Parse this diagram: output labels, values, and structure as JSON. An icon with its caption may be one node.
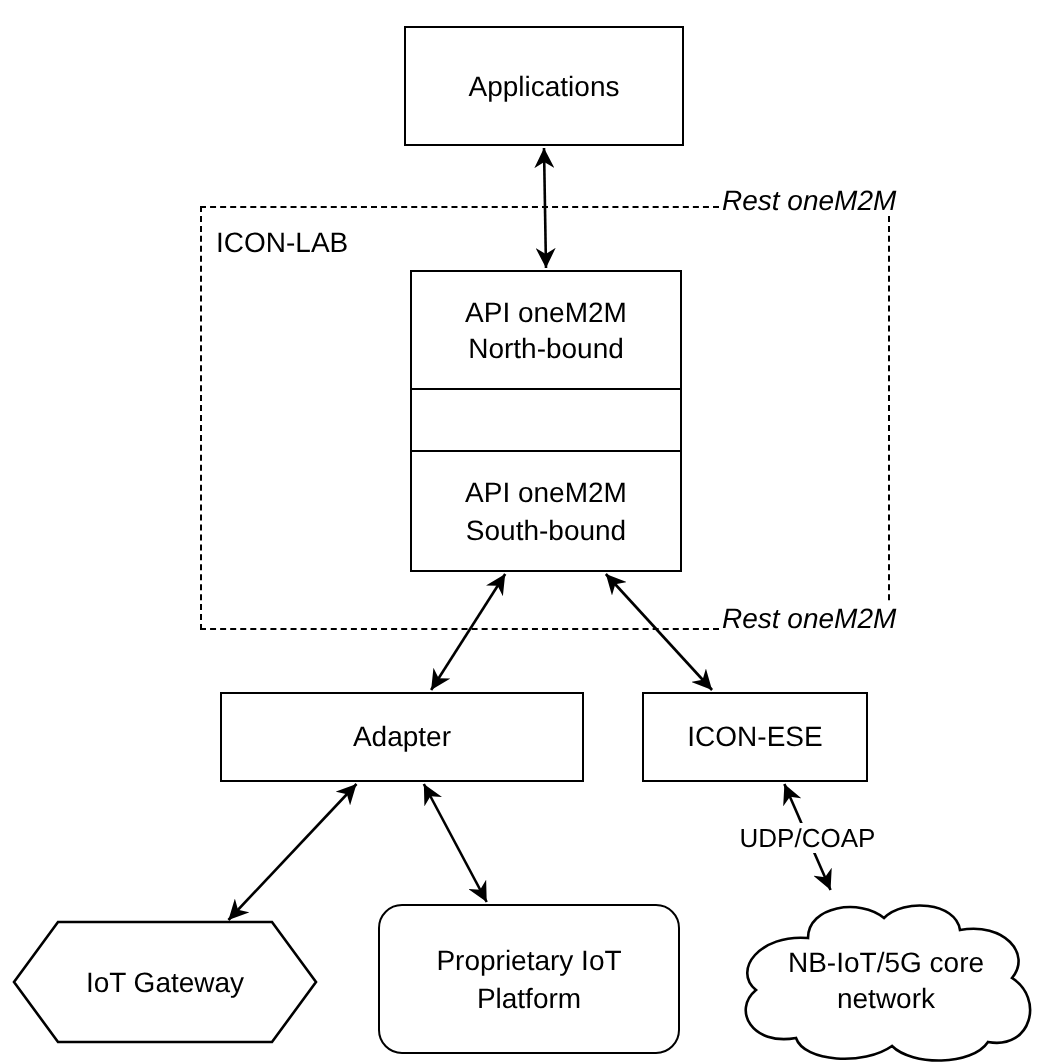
{
  "diagram": {
    "nodes": [
      {
        "text": [
          "Applications"
        ]
      },
      {
        "text": [
          "ICON-LAB"
        ]
      },
      {
        "text": [
          "API oneM2M North-bound"
        ],
        "in": 1
      },
      {
        "text": [],
        "shape": "box",
        "in": 1
      },
      {
        "text": [
          "API oneM2M South-bound"
        ],
        "in": 1
      },
      {
        "text": [
          "Adapter"
        ]
      },
      {
        "text": [
          "ICON-ESE"
        ]
      },
      {
        "text": [
          "IoT Gateway"
        ]
      },
      {
        "text": [
          "Proprietary IoT Platform"
        ]
      },
      {
        "text": [
          "NB-IoT/5G core network"
        ]
      }
    ],
    "edges": [
      {
        "from": 0,
        "to": 2,
        "arrow": "both"
      },
      {
        "from": 4,
        "to": 5,
        "arrow": "both"
      },
      {
        "from": 4,
        "to": 6,
        "arrow": "both"
      },
      {
        "from": 5,
        "to": 7,
        "arrow": "both"
      },
      {
        "from": 5,
        "to": 8,
        "arrow": "both"
      },
      {
        "from": 6,
        "to": 9,
        "arrow": "both",
        "label": "UDP/COAP"
      }
    ],
    "labels": [
      "Rest oneM2M",
      "Rest oneM2M"
    ]
  }
}
